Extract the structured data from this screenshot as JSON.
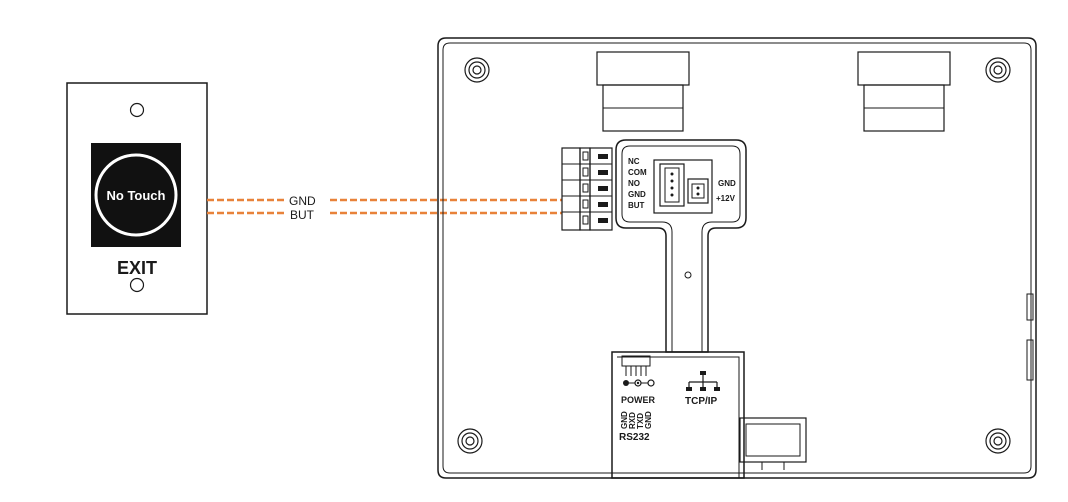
{
  "colors": {
    "wire": "#e8823a",
    "stroke": "#1a1a1a",
    "panel": "#111111"
  },
  "exit_button": {
    "center_text": "No Touch",
    "label": "EXIT"
  },
  "wires": [
    {
      "name": "GND",
      "label": "GND"
    },
    {
      "name": "BUT",
      "label": "BUT"
    }
  ],
  "terminal_labels": [
    "NC",
    "COM",
    "NO",
    "GND",
    "BUT"
  ],
  "power_terminal_labels": [
    "GND",
    "+12V"
  ],
  "ports": {
    "power": "POWER",
    "tcpip": "TCP/IP",
    "rs232": "RS232",
    "rs232_pins": [
      "GND",
      "RXD",
      "TXD",
      "GND"
    ]
  }
}
